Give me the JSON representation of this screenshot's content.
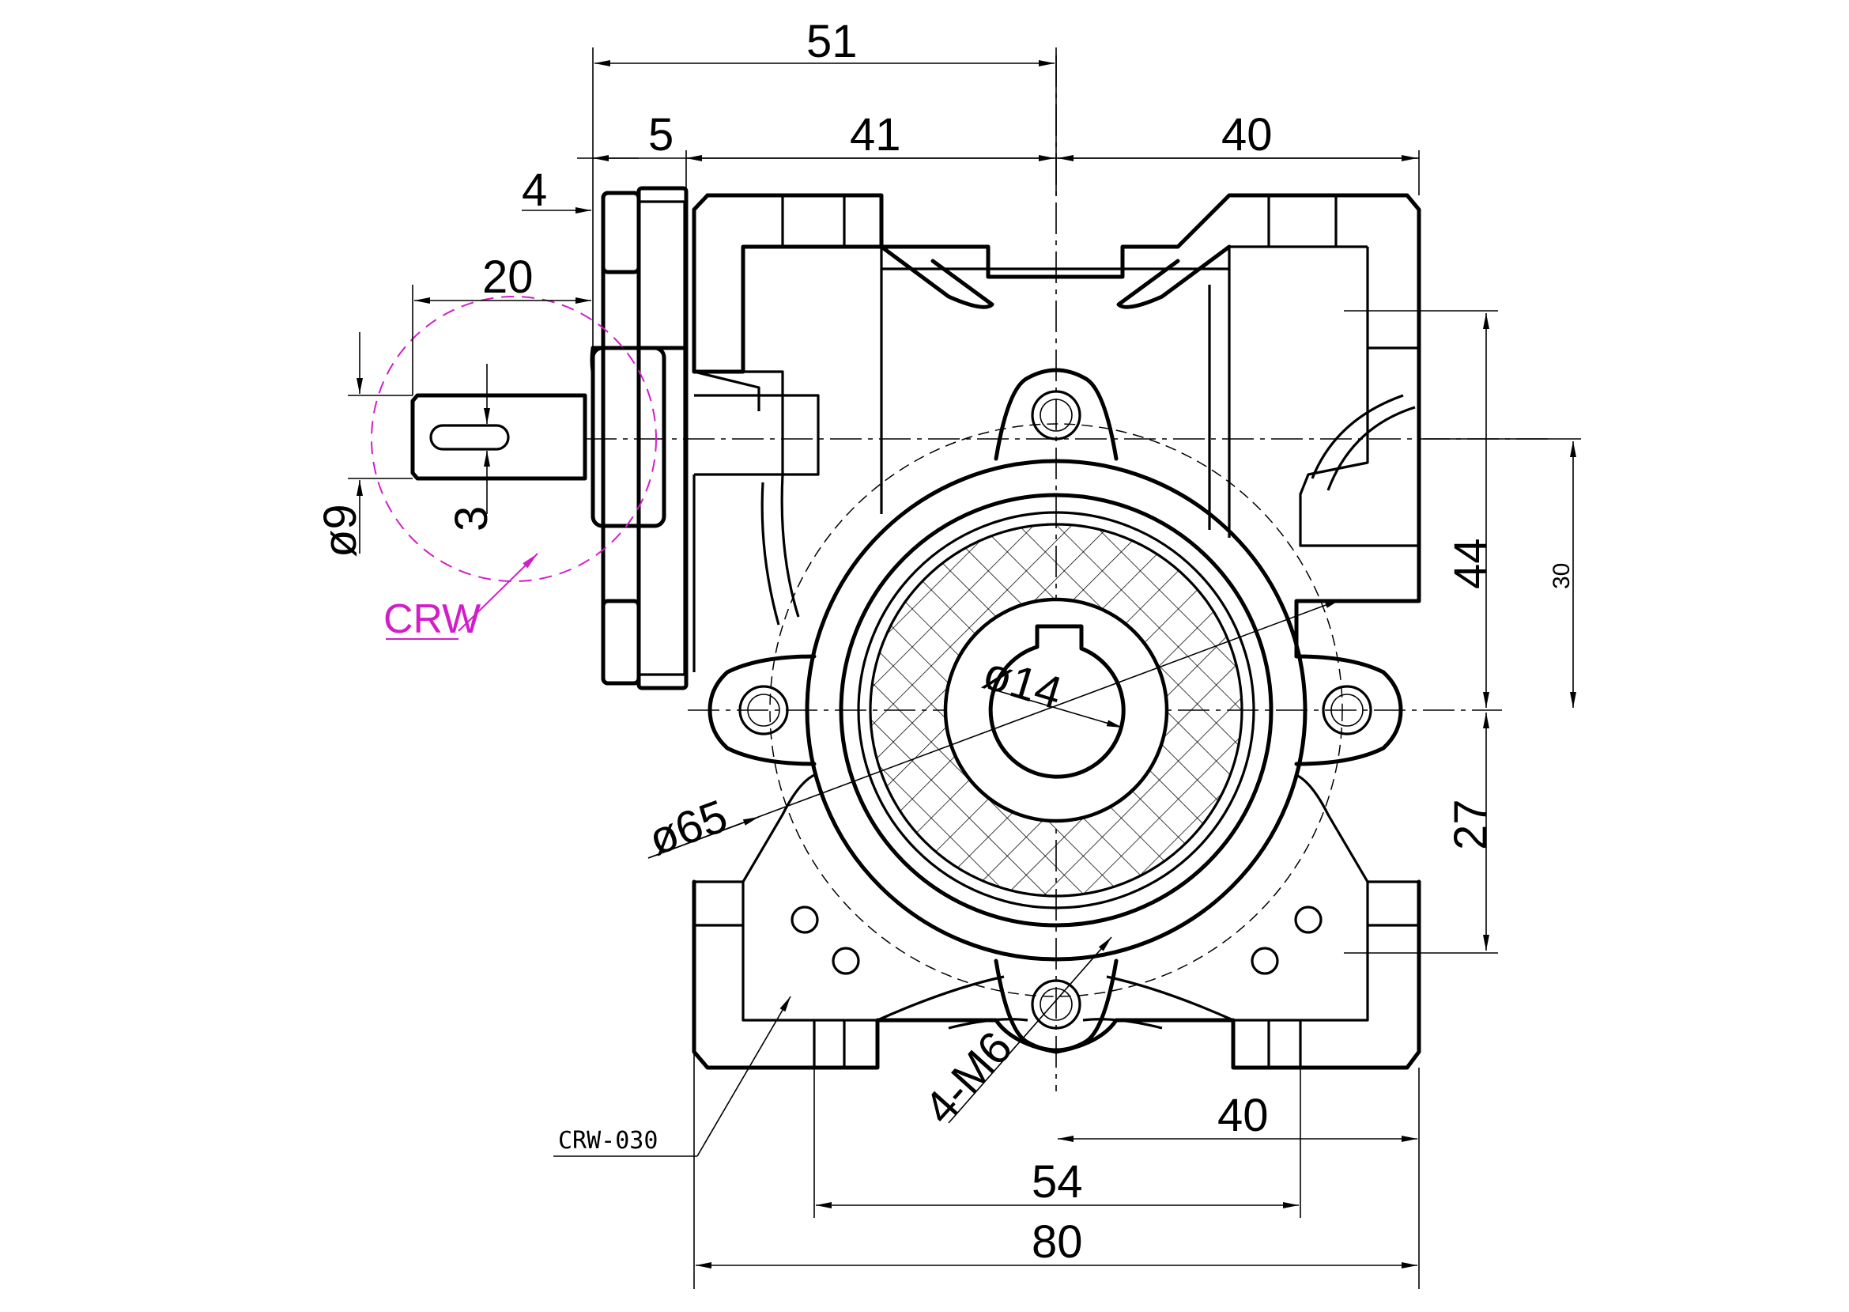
{
  "drawing": {
    "part_label": "CRW-030",
    "detail_label": "CRW",
    "dimensions": {
      "top_overall": "51",
      "flange_thk": "5",
      "left_to_center": "41",
      "center_to_right": "40",
      "offset_small": "4",
      "shaft_length": "20",
      "shaft_dia": "ø9",
      "key_width": "3",
      "bore_dia": "ø14",
      "pcd": "ø65",
      "mount_holes": "4-M6",
      "right_height_top": "44",
      "right_height_mid": "30",
      "right_height_bottom": "27",
      "bottom_half": "40",
      "bottom_holes": "54",
      "bottom_overall": "80"
    }
  }
}
